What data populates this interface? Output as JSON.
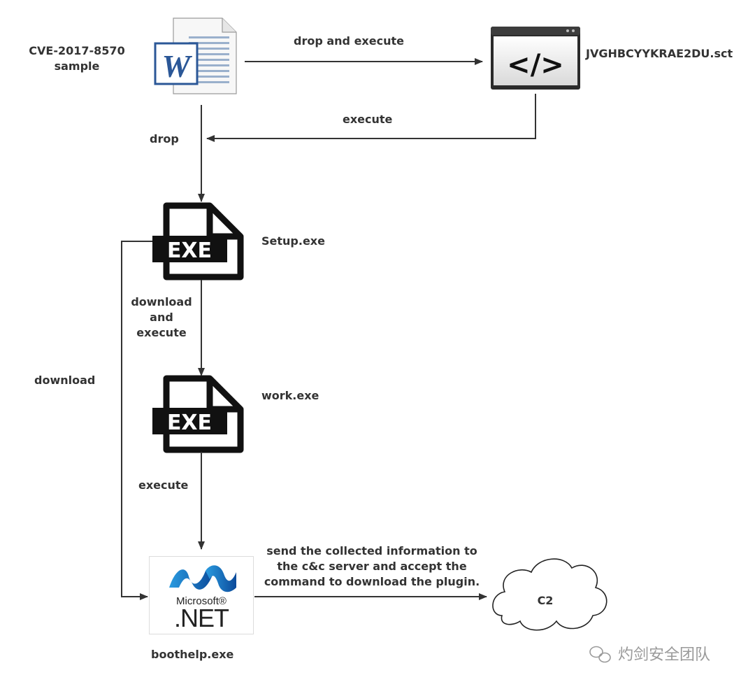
{
  "nodes": {
    "sample": {
      "label_line1": "CVE-2017-8570",
      "label_line2": "sample"
    },
    "sct": {
      "label": "JVGHBCYYKRAE2DU.sct",
      "icon_text": "</>"
    },
    "setup": {
      "label": "Setup.exe",
      "icon_text": "EXE"
    },
    "work": {
      "label": "work.exe",
      "icon_text": "EXE"
    },
    "boothelp": {
      "label": "boothelp.exe",
      "logo_brand": "Microsoft®",
      "logo_product": ".NET"
    },
    "c2": {
      "label": "C2"
    }
  },
  "edges": {
    "drop_and_execute": "drop and execute",
    "execute_sct": "execute",
    "drop": "drop",
    "download_and_execute": [
      "download",
      "and",
      "execute"
    ],
    "execute_work": "execute",
    "download": "download",
    "send_info": [
      "send the collected information to",
      "the c&c server and accept the",
      "command to download the plugin."
    ]
  },
  "watermark": "灼剑安全团队",
  "colors": {
    "line": "#333333",
    "text": "#333333",
    "word_blue": "#2b5797",
    "net_blue": "#1e6fc2",
    "exe_black": "#111111"
  }
}
